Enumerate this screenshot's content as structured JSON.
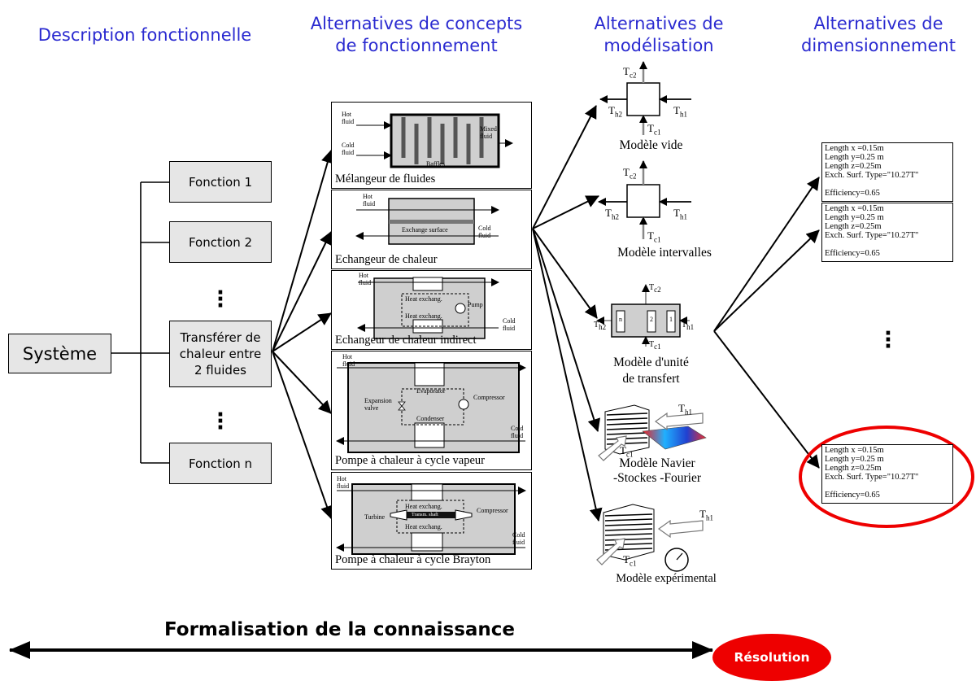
{
  "headers": {
    "functional": "Description fonctionnelle",
    "concepts": [
      "Alternatives de concepts",
      "de fonctionnement"
    ],
    "modeling": [
      "Alternatives de",
      "modélisation"
    ],
    "sizing": [
      "Alternatives de",
      "dimensionnement"
    ]
  },
  "system_label": "Système",
  "functions": {
    "f1": "Fonction 1",
    "f2": "Fonction 2",
    "f3": [
      "Transférer de",
      "chaleur entre",
      "2 fluides"
    ],
    "fn": "Fonction n"
  },
  "concepts": {
    "mixer": {
      "caption": "Mélangeur de fluides",
      "hot": [
        "Hot",
        "fluid"
      ],
      "cold": [
        "Cold",
        "fluid"
      ],
      "mixed": [
        "Mixed",
        "fluid"
      ],
      "baffles": "Baffles"
    },
    "exchanger": {
      "caption": "Echangeur de chaleur",
      "hot": [
        "Hot",
        "fluid"
      ],
      "cold": [
        "Cold",
        "fluid"
      ],
      "surface": "Exchange surface"
    },
    "indirect": {
      "caption": "Echangeur de chaleur indirect",
      "hot": [
        "Hot",
        "fluid"
      ],
      "cold": [
        "Cold",
        "fluid"
      ],
      "hx1": "Heat exchang.",
      "hx2": "Heat exchang.",
      "pump": "Pump"
    },
    "vapour": {
      "caption": "Pompe à chaleur à cycle vapeur",
      "hot": [
        "Hot",
        "fluid"
      ],
      "cold": [
        "Cold",
        "fluid"
      ],
      "evaporator": "Evaporator",
      "condenser": "Condenser",
      "compressor": "Compressor",
      "valve": [
        "Expansion",
        "valve"
      ]
    },
    "brayton": {
      "caption": "Pompe à chaleur à cycle Brayton",
      "hot": [
        "Hot",
        "fluid"
      ],
      "cold": [
        "Cold",
        "fluid"
      ],
      "hx1": "Heat exchang.",
      "hx2": "Heat exchang.",
      "turbine": "Turbine",
      "compressor": "Compressor",
      "shaft": "Transm. shaft"
    }
  },
  "temps": {
    "T": "T",
    "c2": "c2",
    "c1": "c1",
    "h1": "h1",
    "h2": "h2"
  },
  "models": {
    "vide": "Modèle vide",
    "intervalles": "Modèle intervalles",
    "unite": [
      "Modèle d'unité",
      "de transfert"
    ],
    "navier": [
      "Modèle Navier",
      "-Stockes -Fourier"
    ],
    "experimental": "Modèle expérimental",
    "ntu_cells": [
      "n",
      "2",
      "1"
    ]
  },
  "sizing_box": {
    "lines": [
      "Length x =0.15m",
      "Length y=0.25 m",
      "Length z=0.25m",
      "Exch. Surf. Type=\"10.27T\""
    ],
    "efficiency": "Efficiency=0.65"
  },
  "bottom": {
    "formalisation": "Formalisation de la connaissance",
    "resolution": "Résolution"
  },
  "colors": {
    "header": "#2a2ad0",
    "box_fill": "#e6e6e6",
    "highlight": "#ee0000",
    "diagram_fill": "#cfcfcf"
  }
}
